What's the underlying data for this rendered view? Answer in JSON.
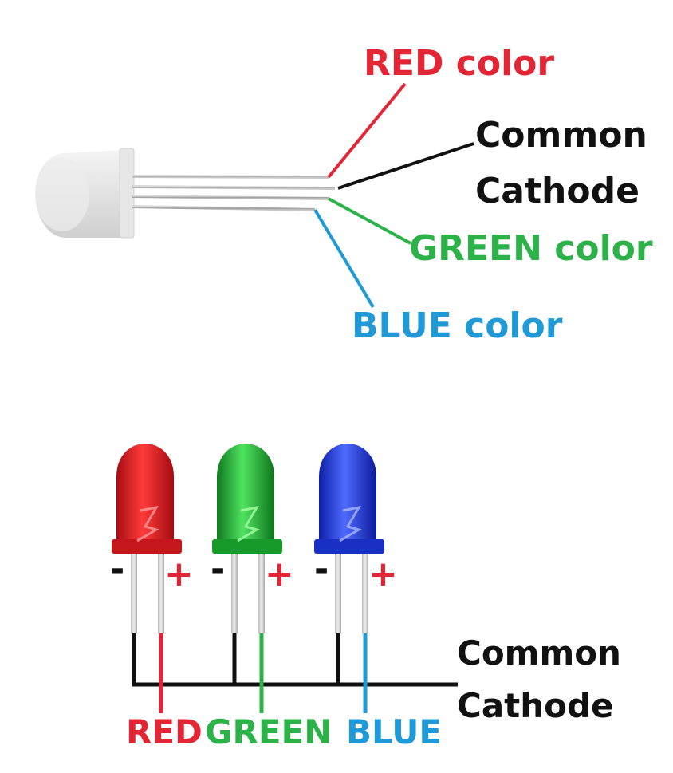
{
  "colors": {
    "red": "#e32636",
    "green": "#2db24a",
    "blue": "#1f9ad6",
    "black": "#111111"
  },
  "top_diagram": {
    "labels": {
      "red": "RED color",
      "common_line1": "Common",
      "common_line2": "Cathode",
      "green": "GREEN color",
      "blue": "BLUE color"
    }
  },
  "bottom_diagram": {
    "leds": [
      {
        "name": "red-led",
        "color": "#e32636",
        "minus": "-",
        "plus": "+"
      },
      {
        "name": "green-led",
        "color": "#2db24a",
        "minus": "-",
        "plus": "+"
      },
      {
        "name": "blue-led",
        "color": "#1f3fe0",
        "minus": "-",
        "plus": "+"
      }
    ],
    "labels": {
      "common_line1": "Common",
      "common_line2": "Cathode",
      "red": "RED",
      "green": "GREEN",
      "blue": "BLUE"
    }
  }
}
